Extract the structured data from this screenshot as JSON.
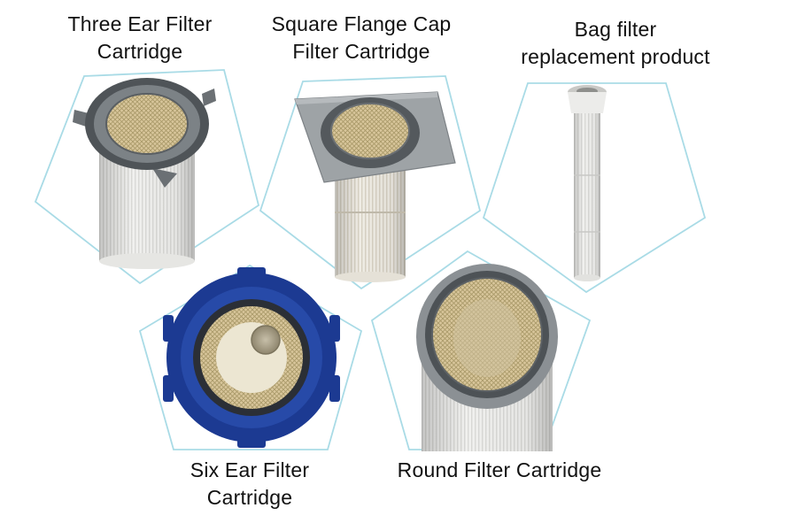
{
  "products": [
    {
      "id": "three-ear",
      "label_lines": [
        "Three Ear Filter",
        "Cartridge"
      ]
    },
    {
      "id": "square-flange",
      "label_lines": [
        "Square Flange Cap",
        "Filter Cartridge"
      ]
    },
    {
      "id": "bag-filter",
      "label_lines": [
        "Bag filter",
        "replacement product"
      ]
    },
    {
      "id": "six-ear",
      "label_lines": [
        "Six Ear Filter",
        "Cartridge"
      ]
    },
    {
      "id": "round",
      "label_lines": [
        "Round Filter Cartridge"
      ]
    }
  ],
  "colors": {
    "frame_outline": "#a9dbe6",
    "pleat_media": "#eeeeec",
    "end_cap_grey": "#5f6468",
    "six_ear_cap_blue": "#1f3f9e",
    "mesh_tan": "#cdb98c"
  }
}
